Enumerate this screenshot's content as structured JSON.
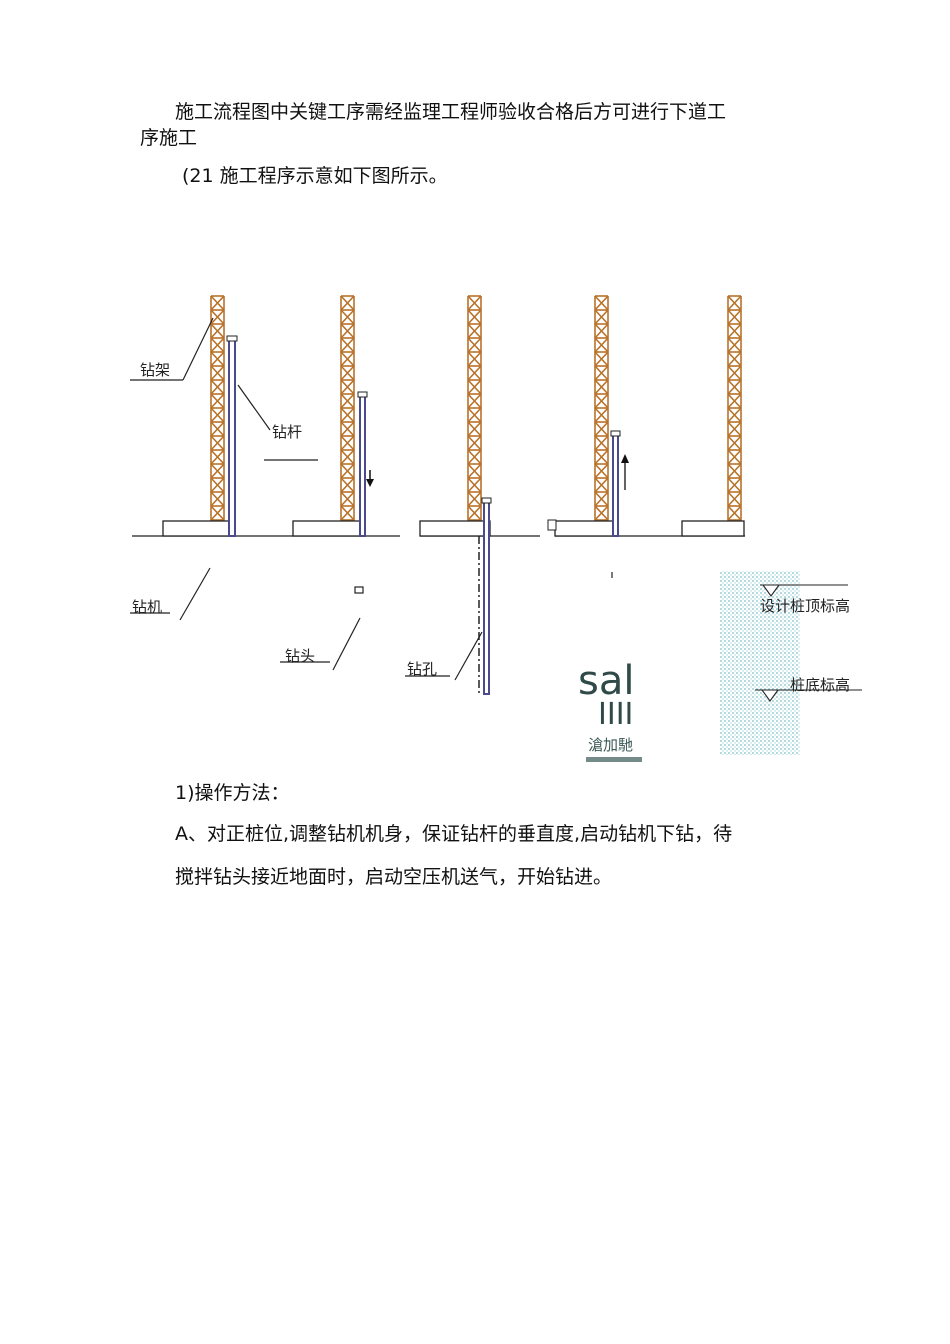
{
  "document": {
    "intro_line1": "施工流程图中关键工序需经监理工程师验收合格后方可进行下道工",
    "intro_line2": "序施工",
    "figure_caption": "(21 施工程序示意如下图所示。",
    "method_heading": "1)操作方法：",
    "method_line1": "A、对正桩位,调整钻机机身，保证钻杆的垂直度,启动钻机下钻，待",
    "method_line2": "搅拌钻头接近地面时，启动空压机送气，开始钻进。"
  },
  "figure": {
    "labels": {
      "drill_frame": "钻架",
      "drill_rod": "钻杆",
      "drill_machine": "钻机",
      "drill_bit": "钻头",
      "drill_hole": "钻孔",
      "pile_top_elevation": "设计桩顶标高",
      "pile_bottom_elevation": "桩底标高"
    },
    "watermark": {
      "text1": "sal",
      "text2": "IIII",
      "text3": "滄加馳"
    },
    "colors": {
      "truss": "#b8722a",
      "rod": "#4a4a8c",
      "soil": "#8ec9cf"
    }
  }
}
